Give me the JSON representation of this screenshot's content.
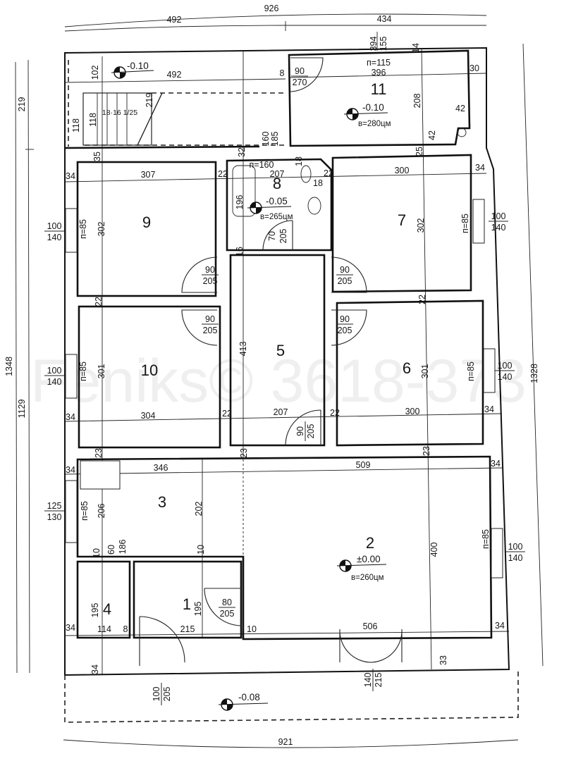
{
  "rooms": {
    "r1": "1",
    "r2": "2",
    "r3": "3",
    "r4": "4",
    "r5": "5",
    "r6": "6",
    "r7": "7",
    "r8": "8",
    "r9": "9",
    "r10": "10",
    "r11": "11"
  },
  "levels": {
    "terrace_top": "-0.10",
    "room11": "-0.10",
    "room11_height": "в=280цм",
    "bath": "-0.05",
    "bath_height": "в=265цм",
    "living": "±0.00",
    "living_height": "в=260цм",
    "entry": "-0.08"
  },
  "overall": {
    "top_total": "926",
    "top_left": "492",
    "top_right": "434",
    "bottom_total": "921",
    "left_total": "1348",
    "left_main": "1129",
    "left_top": "219",
    "right_total": "1328"
  },
  "stair": {
    "rise": "118",
    "steps": "18·16 1/25"
  },
  "dims": [
    "394",
    "155",
    "14",
    "102",
    "492",
    "8",
    "п=115",
    "396",
    "30",
    "208",
    "42",
    "42",
    "219",
    "118",
    "160",
    "185",
    "32",
    "35",
    "25",
    "п=160",
    "207",
    "18",
    "22",
    "22",
    "34",
    "307",
    "300",
    "34",
    "196",
    "18",
    "п=85",
    "302",
    "302",
    "п=85",
    "70",
    "205",
    "16",
    "22",
    "22",
    "413",
    "п=85",
    "301",
    "301",
    "п=85",
    "34",
    "304",
    "22",
    "207",
    "22",
    "300",
    "34",
    "23",
    "23",
    "23",
    "34",
    "346",
    "509",
    "34",
    "202",
    "206",
    "п=85",
    "10",
    "60",
    "186",
    "10",
    "400",
    "п=85",
    "195",
    "195",
    "34",
    "114",
    "8",
    "215",
    "10",
    "506",
    "34",
    "33",
    "34"
  ],
  "doors": [
    {
      "w": "90",
      "h": "270"
    },
    {
      "w": "90",
      "h": "205"
    },
    {
      "w": "90",
      "h": "205"
    },
    {
      "w": "90",
      "h": "205"
    },
    {
      "w": "90",
      "h": "205"
    },
    {
      "w": "90",
      "h": "205"
    },
    {
      "w": "80",
      "h": "205"
    },
    {
      "w": "100",
      "h": "205"
    },
    {
      "w": "140",
      "h": "215"
    }
  ],
  "windows": [
    {
      "w": "100",
      "h": "140"
    },
    {
      "w": "100",
      "h": "140"
    },
    {
      "w": "125",
      "h": "130"
    },
    {
      "w": "100",
      "h": "140"
    },
    {
      "w": "100",
      "h": "140"
    },
    {
      "w": "100",
      "h": "140"
    }
  ],
  "watermark": "Feniks© 3618-373"
}
